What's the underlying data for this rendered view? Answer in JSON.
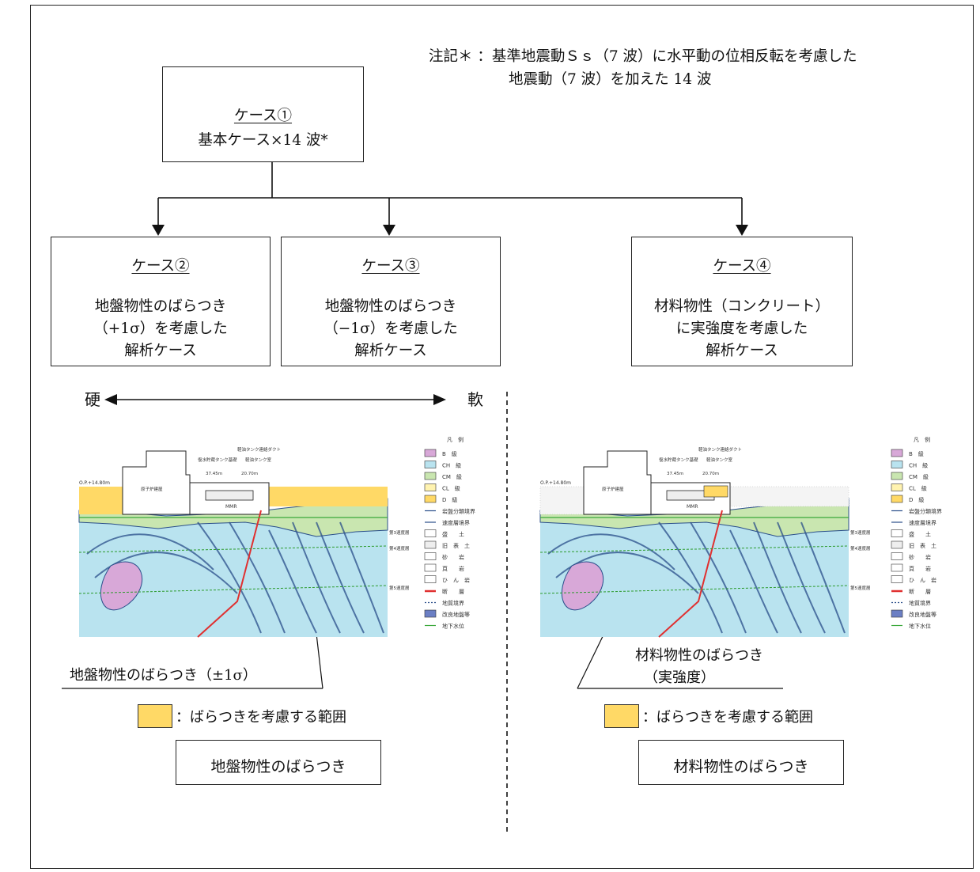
{
  "note": {
    "line1": "注記＊ ：基準地震動Ｓｓ（7 波）に水平動の位相反転を考慮した",
    "line2": "地震動（7 波）を加えた 14 波"
  },
  "case1": {
    "title": "ケース①",
    "body": "基本ケース×14 波*"
  },
  "case2": {
    "title": "ケース②",
    "lines": [
      "地盤物性のばらつき",
      "（+1σ）を考慮した",
      "解析ケース"
    ]
  },
  "case3": {
    "title": "ケース③",
    "lines": [
      "地盤物性のばらつき",
      "（−1σ）を考慮した",
      "解析ケース"
    ]
  },
  "case4": {
    "title": "ケース④",
    "lines": [
      "材料物性（コンクリート）",
      "に実強度を考慮した",
      "解析ケース"
    ]
  },
  "axis": {
    "hard": "硬",
    "soft": "軟"
  },
  "left_panel": {
    "callout": "地盤物性のばらつき（±1σ）",
    "swatch_label": "：ばらつきを考慮する範囲",
    "category": "地盤物性のばらつき"
  },
  "right_panel": {
    "callout_line1": "材料物性のばらつき",
    "callout_line2": "（実強度）",
    "swatch_label": "：ばらつきを考慮する範囲",
    "category": "材料物性のばらつき"
  },
  "map": {
    "elevation": "O.P.+14.80m",
    "building": "原子炉建屋",
    "dim1": "37.45m",
    "dim2": "20.70m",
    "label_top1": "軽油タンク連絡ダクト",
    "label_top2": "復水貯蔵タンク基礎",
    "label_top3": "軽油タンク室",
    "mmr": "MMR",
    "layer1": "第3速度層",
    "layer2": "第4速度層",
    "layer3": "第5速度層"
  },
  "legend": {
    "title": "凡　例",
    "items": [
      "B　級",
      "CH　級",
      "CM　級",
      "CL　級",
      "D　級",
      "岩盤分類境界",
      "速度層境界",
      "盛　　土",
      "旧　表　土",
      "砂　　岩",
      "頁　　岩",
      "ひ　ん　岩",
      "断　　層",
      "地質境界",
      "改良地盤等",
      "地下水位"
    ]
  },
  "colors": {
    "sea_blue": "#b9e3ef",
    "green_layer": "#c9e6b0",
    "yellow_range": "#ffd966",
    "fault_red": "#e03030",
    "purple": "#d8a8d8"
  }
}
